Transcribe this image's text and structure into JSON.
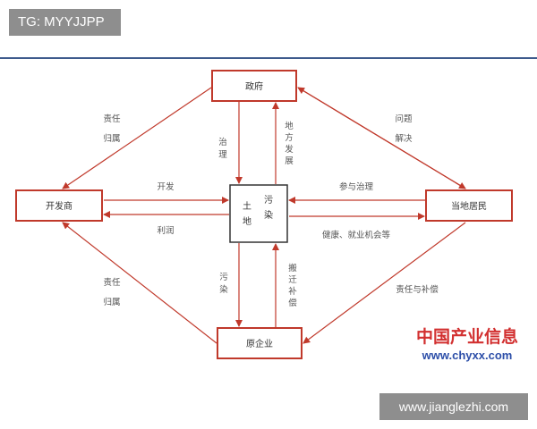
{
  "tag": {
    "text": "TG: MYYJJPP"
  },
  "nodes": {
    "government": "政府",
    "developer": "开发商",
    "land_pollution": {
      "left_top": "土",
      "left_bottom": "地",
      "right_top": "污",
      "right_bottom": "染"
    },
    "residents": "当地居民",
    "original_enterprise": "原企业"
  },
  "edges": {
    "responsibility_gov_dev_1": "责任",
    "responsibility_gov_dev_2": "归属",
    "problem_solving_1": "问题",
    "problem_solving_2": "解决",
    "governance_down_1": "治",
    "governance_down_2": "理",
    "local_dev_up": [
      "地",
      "方",
      "发",
      "展"
    ],
    "develop": "开发",
    "profit": "利润",
    "participate_governance": "参与治理",
    "health_employment": "健康、就业机会等",
    "pollution_down_1": "污",
    "pollution_down_2": "染",
    "relocation_up": [
      "搬",
      "迁",
      "补",
      "偿"
    ],
    "responsibility_dev_ent_1": "责任",
    "responsibility_dev_ent_2": "归属",
    "responsibility_compensation": "责任与补偿"
  },
  "brand": {
    "name": "中国产业信息",
    "url": "www.chyxx.com"
  },
  "watermark": {
    "text": "www.jianglezhi.com"
  },
  "colors": {
    "arrow": "#c0392b",
    "box_red": "#c0392b",
    "rule": "#3d5a8c",
    "brand_red": "#d23030",
    "brand_blue": "#2c4ea8"
  }
}
